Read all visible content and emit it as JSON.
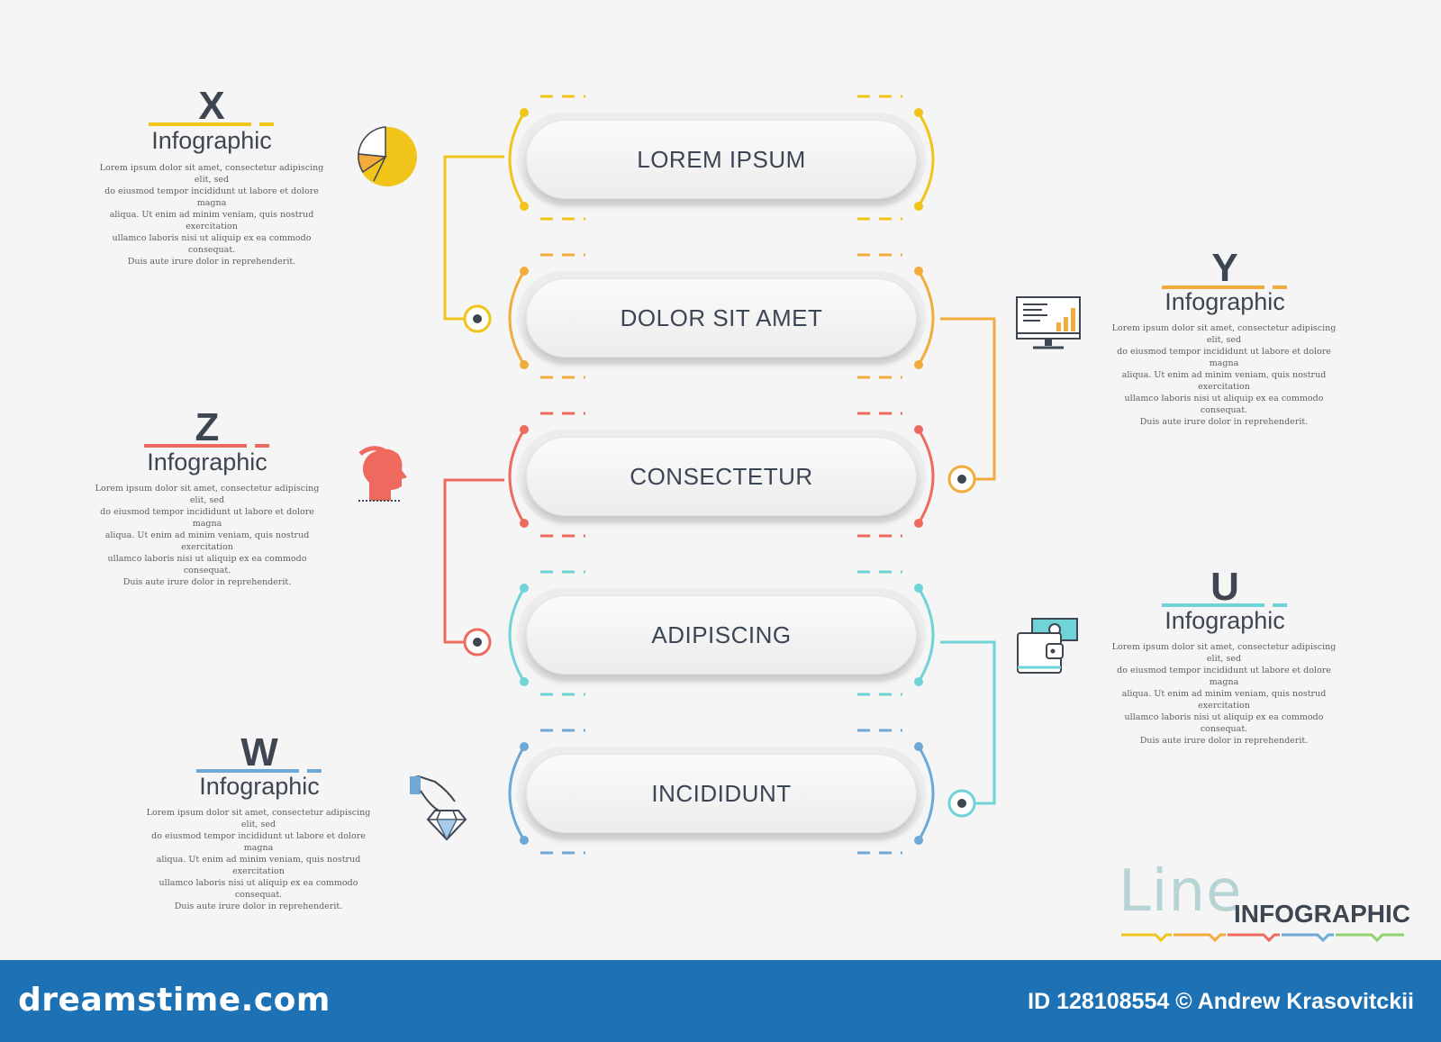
{
  "colors": {
    "yellow": "#f0c419",
    "orange": "#f2ac3b",
    "red": "#ef6a5e",
    "cyan": "#6fd3d8",
    "blue": "#6da8d6",
    "dark": "#3e4652",
    "footer": "#1c72b5"
  },
  "steps": [
    {
      "label": "LOREM IPSUM",
      "color": "#f0c419"
    },
    {
      "label": "DOLOR SIT AMET",
      "color": "#f2ac3b"
    },
    {
      "label": "CONSECTETUR",
      "color": "#ef6a5e"
    },
    {
      "label": "ADIPISCING",
      "color": "#6fd3d8"
    },
    {
      "label": "INCIDIDUNT",
      "color": "#6da8d6"
    }
  ],
  "blocks": [
    {
      "letter": "X",
      "title": "Infographic",
      "icon": "pie-chart-icon",
      "text": [
        "Lorem ipsum dolor sit amet, consectetur adipiscing elit, sed",
        "do eiusmod tempor incididunt ut labore et dolore magna",
        "aliqua. Ut enim ad minim veniam, quis nostrud exercitation",
        "ullamco laboris nisi ut aliquip ex ea commodo consequat.",
        "Duis aute irure dolor in reprehenderit."
      ]
    },
    {
      "letter": "Y",
      "title": "Infographic",
      "icon": "computer-monitor-icon",
      "text": [
        "Lorem ipsum dolor sit amet, consectetur adipiscing elit, sed",
        "do eiusmod tempor incididunt ut labore et dolore magna",
        "aliqua. Ut enim ad minim veniam, quis nostrud exercitation",
        "ullamco laboris nisi ut aliquip ex ea commodo consequat.",
        "Duis aute irure dolor in reprehenderit."
      ]
    },
    {
      "letter": "Z",
      "title": "Infographic",
      "icon": "head-profile-icon",
      "text": [
        "Lorem ipsum dolor sit amet, consectetur adipiscing elit, sed",
        "do eiusmod tempor incididunt ut labore et dolore magna",
        "aliqua. Ut enim ad minim veniam, quis nostrud exercitation",
        "ullamco laboris nisi ut aliquip ex ea commodo consequat.",
        "Duis aute irure dolor in reprehenderit."
      ]
    },
    {
      "letter": "U",
      "title": "Infographic",
      "icon": "wallet-money-icon",
      "text": [
        "Lorem ipsum dolor sit amet, consectetur adipiscing elit, sed",
        "do eiusmod tempor incididunt ut labore et dolore magna",
        "aliqua. Ut enim ad minim veniam, quis nostrud exercitation",
        "ullamco laboris nisi ut aliquip ex ea commodo consequat.",
        "Duis aute irure dolor in reprehenderit."
      ]
    },
    {
      "letter": "W",
      "title": "Infographic",
      "icon": "hand-diamond-icon",
      "text": [
        "Lorem ipsum dolor sit amet, consectetur adipiscing elit, sed",
        "do eiusmod tempor incididunt ut labore et dolore magna",
        "aliqua. Ut enim ad minim veniam, quis nostrud exercitation",
        "ullamco laboris nisi ut aliquip ex ea commodo consequat.",
        "Duis aute irure dolor in reprehenderit."
      ]
    }
  ],
  "brand": {
    "line": "Line",
    "word": "INFOGRAPHIC"
  },
  "footer": {
    "site": "dreamstime.com",
    "credit": "ID 128108554 © Andrew Krasovitckii"
  }
}
